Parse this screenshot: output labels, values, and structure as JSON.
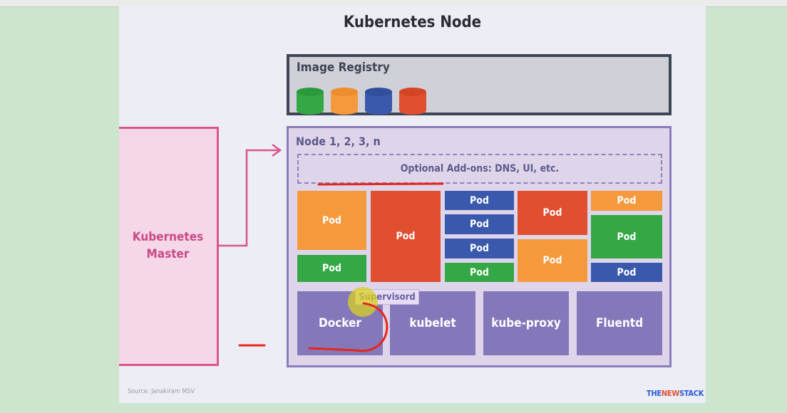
{
  "title": "Kubernetes Node",
  "registry": {
    "label": "Image Registry",
    "images": [
      {
        "name": "image-green",
        "color": "#33a845",
        "top": "#2c9a3c"
      },
      {
        "name": "image-orange",
        "color": "#f59a3c",
        "top": "#ec8d2e"
      },
      {
        "name": "image-blue",
        "color": "#3a59ad",
        "top": "#324f9d"
      },
      {
        "name": "image-red",
        "color": "#e04f2f",
        "top": "#d44526"
      }
    ]
  },
  "master": {
    "label": "Kubernetes Master"
  },
  "node": {
    "label": "Node 1, 2, 3, n",
    "addons": "Optional Add-ons: DNS, UI, etc.",
    "pod_label": "Pod",
    "components": [
      "Docker",
      "kubelet",
      "kube-proxy",
      "Fluentd"
    ],
    "supervisord": "Supervisord"
  },
  "footnote": "Source: Janakiram MSV",
  "logo": "THENEWSTACK",
  "colors": {
    "orange": "#f59a3c",
    "red": "#e04f2f",
    "blue": "#3a59ad",
    "green": "#33a845",
    "component": "#8478bb",
    "master_border": "#d9558e",
    "node_border": "#8b7dbb",
    "annotation": "#e8251a"
  }
}
